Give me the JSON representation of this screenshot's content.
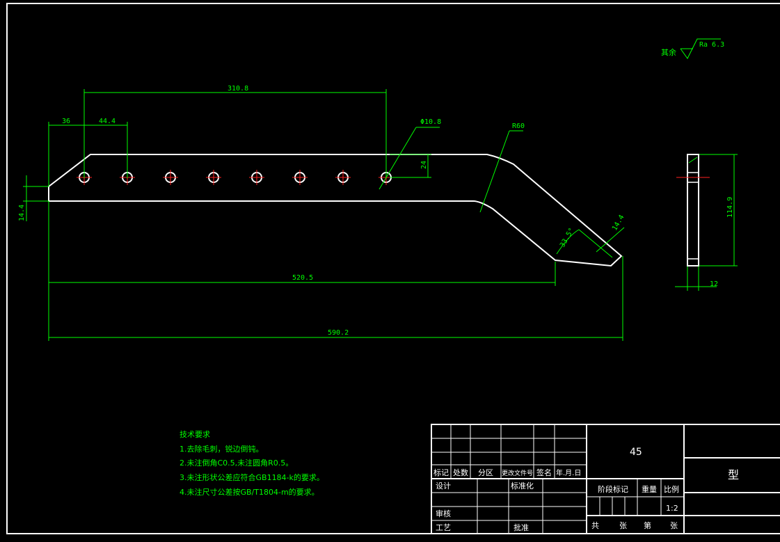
{
  "roughness": {
    "prefix": "其余",
    "value": "Ra 6.3"
  },
  "dimensions": {
    "top_span": "310.8",
    "left_offset": "36",
    "pitch": "44.4",
    "hole_dia": "Φ10.8",
    "radius": "R60",
    "hole_height": "24",
    "left_height": "14.4",
    "angle": "33.5°",
    "tip_width": "14.4",
    "lower_length": "520.5",
    "overall_length": "590.2",
    "side_height": "114.9",
    "thickness": "12"
  },
  "tech_req": {
    "title": "技术要求",
    "items": [
      "1.去除毛刺，锐边倒钝。",
      "2.未注倒角C0.5,未注圆角R0.5。",
      "3.未注形状公差应符合GB1184-k的要求。",
      "4.未注尺寸公差按GB/T1804-m的要求。"
    ]
  },
  "title_block": {
    "rev_headers": [
      "标记",
      "处数",
      "分区",
      "更改文件号",
      "签名",
      "年.月.日"
    ],
    "design": "设计",
    "standardize": "标准化",
    "review": "审核",
    "process": "工艺",
    "approve": "批准",
    "material": "45",
    "stage_mark": "阶段标记",
    "weight": "重量",
    "scale": "比例",
    "scale_value": "1:2",
    "sheets": [
      "共",
      "张",
      "第",
      "张"
    ],
    "part_type": "型"
  }
}
